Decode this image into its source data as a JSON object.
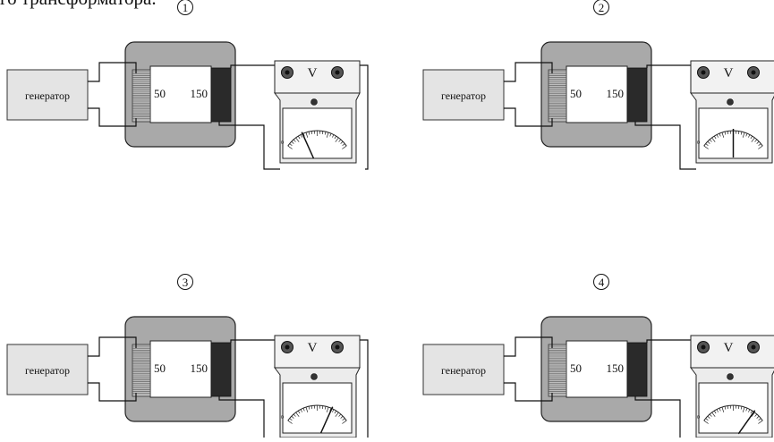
{
  "header_text": "го трансформатора.",
  "diagrams": [
    {
      "number": "1",
      "generator_label": "генератор",
      "primary_turns": "50",
      "secondary_turns": "150",
      "meter_symbol": "V",
      "needle_reading": 0.28
    },
    {
      "number": "2",
      "generator_label": "генератор",
      "primary_turns": "50",
      "secondary_turns": "150",
      "meter_symbol": "V",
      "needle_reading": 0.5
    },
    {
      "number": "3",
      "generator_label": "генератор",
      "primary_turns": "50",
      "secondary_turns": "150",
      "meter_symbol": "V",
      "needle_reading": 0.72
    },
    {
      "number": "4",
      "generator_label": "генератор",
      "primary_turns": "50",
      "secondary_turns": "150",
      "meter_symbol": "V",
      "needle_reading": 0.82
    }
  ],
  "colors": {
    "core_fill": "#a9a9a9",
    "generator_fill": "#e4e4e4",
    "meter_fill": "#ececec",
    "coil_secondary": "#2a2a2a",
    "line": "#111111"
  }
}
